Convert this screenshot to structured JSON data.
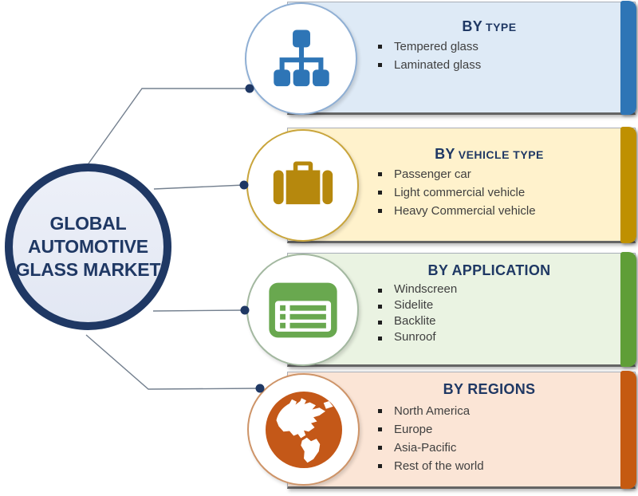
{
  "theme": {
    "navy": "#1F3864",
    "connector": "#74808F",
    "text": "#3F3F3F",
    "background": "#FFFFFF"
  },
  "center": {
    "lines": [
      "GLOBAL",
      "AUTOMOTIVE",
      "GLASS MARKET"
    ]
  },
  "panels": [
    {
      "title_big": "BY",
      "title_small": "TYPE",
      "items": [
        "Tempered glass",
        "Laminated glass"
      ],
      "icon": "hierarchy-icon",
      "colors": {
        "fill": "#DEEAF6",
        "bar": "#2E75B6",
        "accent": "#2E75B6",
        "circle_border": "#8FAFD4"
      }
    },
    {
      "title_big": "BY",
      "title_small": "VEHICLE TYPE",
      "items": [
        "Passenger car",
        "Light commercial vehicle",
        "Heavy Commercial vehicle"
      ],
      "icon": "briefcase-icon",
      "colors": {
        "fill": "#FFF2CC",
        "bar": "#BF9000",
        "accent": "#B6880D",
        "circle_border": "#C9A53C"
      }
    },
    {
      "title_big": "BY APPLICATION",
      "title_small": "",
      "items": [
        "Windscreen",
        "Sidelite",
        "Backlite",
        "Sunroof"
      ],
      "icon": "list-icon",
      "colors": {
        "fill": "#EAF3E2",
        "bar": "#5F9E37",
        "accent": "#69A84F",
        "circle_border": "#A3B8A0"
      }
    },
    {
      "title_big": "BY REGIONS",
      "title_small": "",
      "items": [
        "North America",
        "Europe",
        "Asia-Pacific",
        "Rest of the world"
      ],
      "icon": "globe-icon",
      "colors": {
        "fill": "#FBE5D6",
        "bar": "#C55A11",
        "accent": "#C45818",
        "circle_border": "#CE9468"
      }
    }
  ]
}
